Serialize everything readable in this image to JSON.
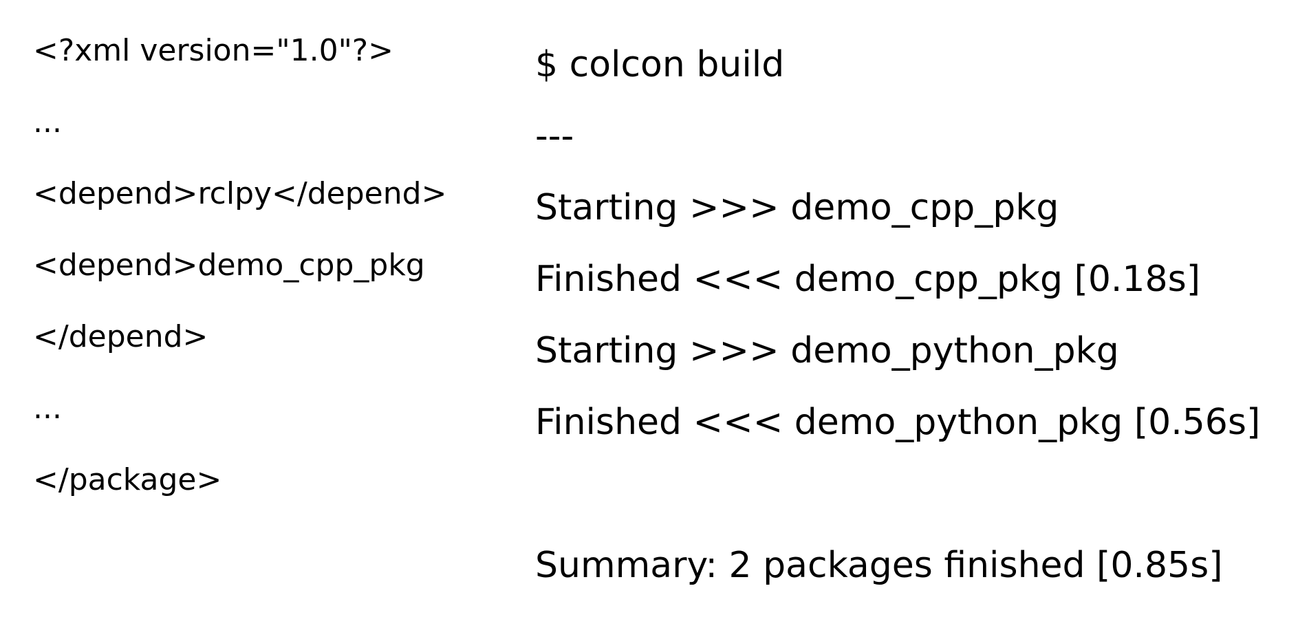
{
  "left_panel": {
    "lines": [
      "<?xml version=\"1.0\"?>",
      "...",
      "<depend>rclpy</depend>",
      "<depend>demo_cpp_pkg",
      "</depend>",
      "...",
      "</package>"
    ]
  },
  "right_panel": {
    "lines": [
      "$ colcon build",
      "---",
      "Starting >>> demo_cpp_pkg",
      "Finished <<< demo_cpp_pkg [0.18s]",
      "Starting >>> demo_python_pkg",
      "Finished <<< demo_python_pkg [0.56s]",
      "",
      "Summary: 2 packages finished [0.85s]"
    ]
  }
}
